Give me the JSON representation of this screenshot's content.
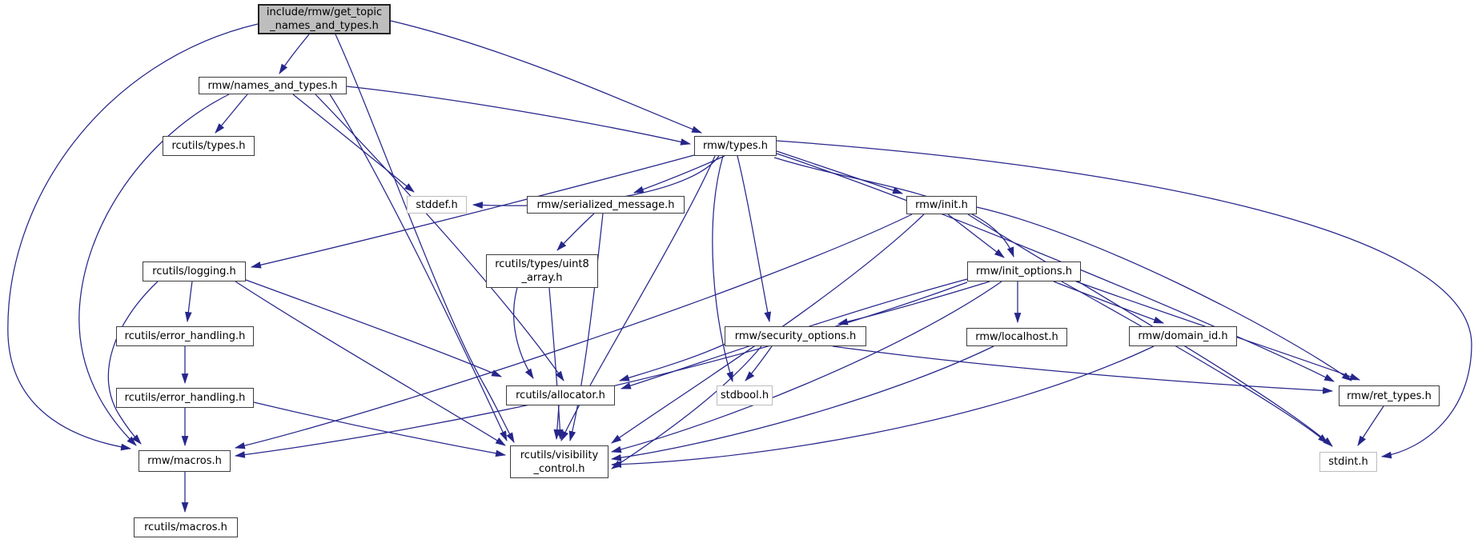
{
  "diagram": {
    "type": "include-dependency-graph",
    "root": "include/rmw/get_topic_names_and_types.h",
    "colors": {
      "edge": "#26268b",
      "node_border": "#3d3d3d",
      "external_border": "#bcbcbc",
      "root_fill": "#bebebe",
      "background": "#ffffff"
    },
    "nodes": [
      {
        "id": "get_topic",
        "label": "include/rmw/get_topic\n_names_and_types.h",
        "kind": "root"
      },
      {
        "id": "names_and_types",
        "label": "rmw/names_and_types.h",
        "kind": "header"
      },
      {
        "id": "rcutils_types",
        "label": "rcutils/types.h",
        "kind": "header"
      },
      {
        "id": "types",
        "label": "rmw/types.h",
        "kind": "header"
      },
      {
        "id": "stddef",
        "label": "stddef.h",
        "kind": "system"
      },
      {
        "id": "serialized",
        "label": "rmw/serialized_message.h",
        "kind": "header"
      },
      {
        "id": "init",
        "label": "rmw/init.h",
        "kind": "header"
      },
      {
        "id": "logging",
        "label": "rcutils/logging.h",
        "kind": "header"
      },
      {
        "id": "uint8",
        "label": "rcutils/types/uint8\n_array.h",
        "kind": "header"
      },
      {
        "id": "init_options",
        "label": "rmw/init_options.h",
        "kind": "header"
      },
      {
        "id": "error1",
        "label": "rcutils/error_handling.h",
        "kind": "header"
      },
      {
        "id": "security",
        "label": "rmw/security_options.h",
        "kind": "header"
      },
      {
        "id": "localhost",
        "label": "rmw/localhost.h",
        "kind": "header"
      },
      {
        "id": "domain_id",
        "label": "rmw/domain_id.h",
        "kind": "header"
      },
      {
        "id": "error2",
        "label": "rcutils/error_handling.h",
        "kind": "header"
      },
      {
        "id": "allocator",
        "label": "rcutils/allocator.h",
        "kind": "header"
      },
      {
        "id": "stdbool",
        "label": "stdbool.h",
        "kind": "system"
      },
      {
        "id": "ret_types",
        "label": "rmw/ret_types.h",
        "kind": "header"
      },
      {
        "id": "macros",
        "label": "rmw/macros.h",
        "kind": "header"
      },
      {
        "id": "visibility",
        "label": "rcutils/visibility\n_control.h",
        "kind": "header"
      },
      {
        "id": "stdint",
        "label": "stdint.h",
        "kind": "system"
      },
      {
        "id": "rcutils_macros",
        "label": "rcutils/macros.h",
        "kind": "header"
      }
    ],
    "edges": [
      {
        "from": "get_topic",
        "to": "names_and_types"
      },
      {
        "from": "get_topic",
        "to": "types"
      },
      {
        "from": "get_topic",
        "to": "macros"
      },
      {
        "from": "get_topic",
        "to": "visibility"
      },
      {
        "from": "names_and_types",
        "to": "rcutils_types"
      },
      {
        "from": "names_and_types",
        "to": "types"
      },
      {
        "from": "names_and_types",
        "to": "stddef"
      },
      {
        "from": "names_and_types",
        "to": "allocator"
      },
      {
        "from": "names_and_types",
        "to": "macros"
      },
      {
        "from": "names_and_types",
        "to": "visibility"
      },
      {
        "from": "types",
        "to": "stddef"
      },
      {
        "from": "types",
        "to": "serialized"
      },
      {
        "from": "types",
        "to": "init"
      },
      {
        "from": "types",
        "to": "init_options"
      },
      {
        "from": "types",
        "to": "logging"
      },
      {
        "from": "types",
        "to": "security"
      },
      {
        "from": "types",
        "to": "stdbool"
      },
      {
        "from": "types",
        "to": "stdint"
      },
      {
        "from": "types",
        "to": "ret_types"
      },
      {
        "from": "types",
        "to": "visibility"
      },
      {
        "from": "serialized",
        "to": "uint8"
      },
      {
        "from": "serialized",
        "to": "visibility"
      },
      {
        "from": "init",
        "to": "init_options"
      },
      {
        "from": "init",
        "to": "ret_types"
      },
      {
        "from": "init",
        "to": "stdint"
      },
      {
        "from": "init",
        "to": "macros"
      },
      {
        "from": "init",
        "to": "visibility"
      },
      {
        "from": "init_options",
        "to": "localhost"
      },
      {
        "from": "init_options",
        "to": "domain_id"
      },
      {
        "from": "init_options",
        "to": "security"
      },
      {
        "from": "init_options",
        "to": "ret_types"
      },
      {
        "from": "init_options",
        "to": "allocator"
      },
      {
        "from": "init_options",
        "to": "macros"
      },
      {
        "from": "init_options",
        "to": "stdint"
      },
      {
        "from": "init_options",
        "to": "visibility"
      },
      {
        "from": "security",
        "to": "stdbool"
      },
      {
        "from": "security",
        "to": "ret_types"
      },
      {
        "from": "security",
        "to": "allocator"
      },
      {
        "from": "security",
        "to": "visibility"
      },
      {
        "from": "localhost",
        "to": "visibility"
      },
      {
        "from": "domain_id",
        "to": "visibility"
      },
      {
        "from": "ret_types",
        "to": "stdint"
      },
      {
        "from": "logging",
        "to": "error1"
      },
      {
        "from": "logging",
        "to": "allocator"
      },
      {
        "from": "logging",
        "to": "macros"
      },
      {
        "from": "logging",
        "to": "visibility"
      },
      {
        "from": "error1",
        "to": "error2"
      },
      {
        "from": "error2",
        "to": "macros"
      },
      {
        "from": "error2",
        "to": "visibility"
      },
      {
        "from": "uint8",
        "to": "allocator"
      },
      {
        "from": "uint8",
        "to": "visibility"
      },
      {
        "from": "allocator",
        "to": "visibility"
      },
      {
        "from": "macros",
        "to": "rcutils_macros"
      }
    ]
  }
}
